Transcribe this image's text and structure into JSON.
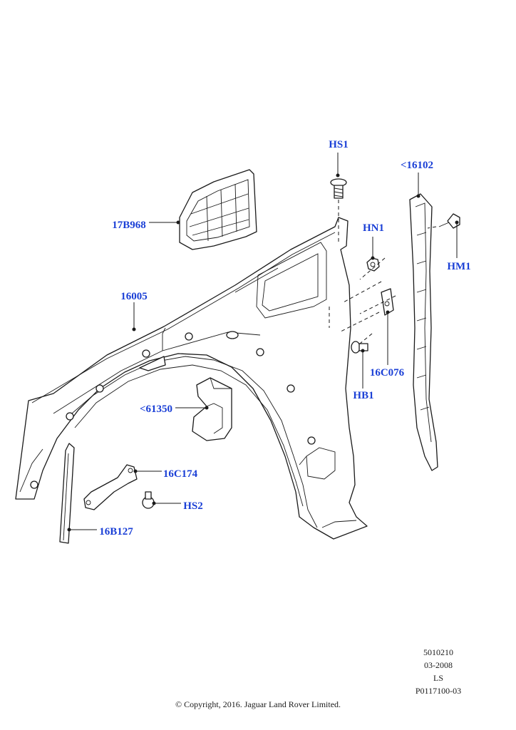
{
  "callouts": {
    "hs1": "HS1",
    "c16102": "<16102",
    "hn1": "HN1",
    "hm1": "HM1",
    "c17b968": "17B968",
    "c16005": "16005",
    "c16c076": "16C076",
    "hb1": "HB1",
    "c61350": "<61350",
    "c16c174": "16C174",
    "hs2": "HS2",
    "c16b127": "16B127"
  },
  "meta": {
    "code": "5010210",
    "date": "03-2008",
    "initials": "LS",
    "ref": "P0117100-03"
  },
  "copyright": "© Copyright, 2016. Jaguar Land Rover Limited.",
  "colors": {
    "callout": "#1a3fd6",
    "line": "#1a1a1a"
  }
}
